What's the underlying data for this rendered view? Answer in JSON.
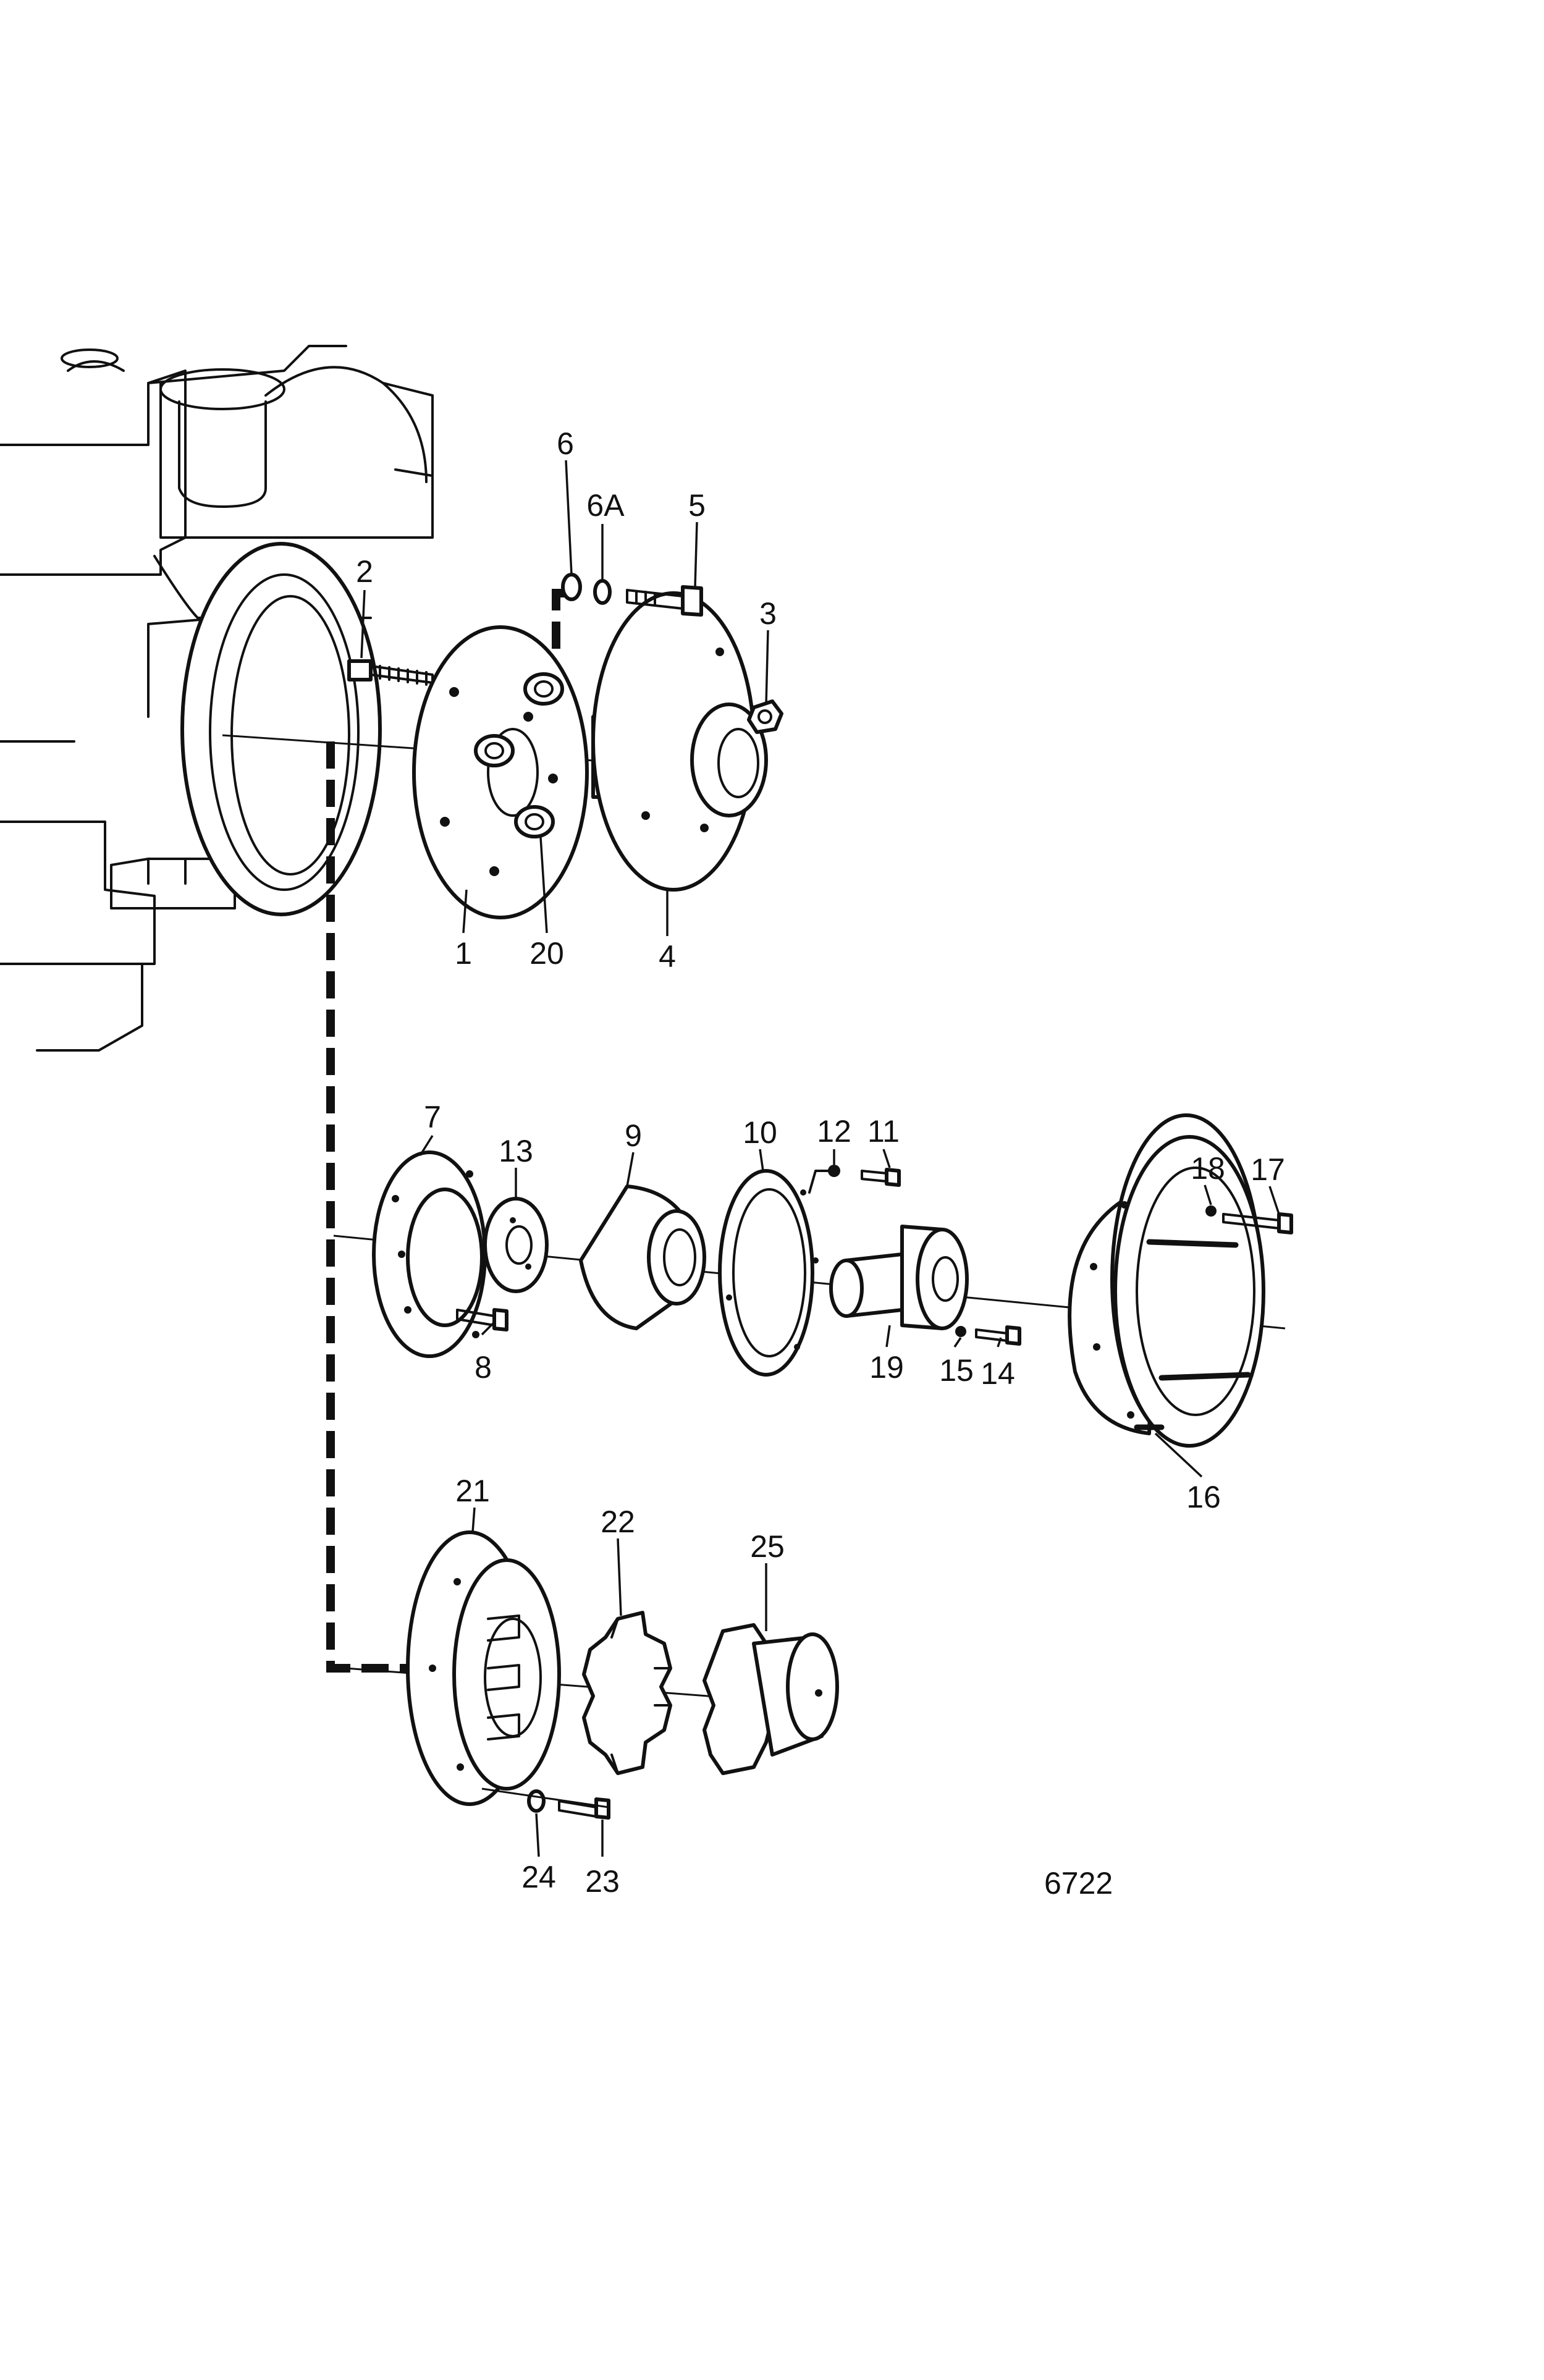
{
  "labels": {
    "p1": "1",
    "p2": "2",
    "p3": "3",
    "p4": "4",
    "p5": "5",
    "p6": "6",
    "p6a": "6A",
    "p7": "7",
    "p8": "8",
    "p9": "9",
    "p10": "10",
    "p11": "11",
    "p12": "12",
    "p13": "13",
    "p14": "14",
    "p15": "15",
    "p16": "16",
    "p17": "17",
    "p18": "18",
    "p19": "19",
    "p20": "20",
    "p21": "21",
    "p22": "22",
    "p23": "23",
    "p24": "24",
    "p25": "25"
  },
  "figure_number": "6722",
  "colors": {
    "ink": "#111111",
    "paper": "#ffffff"
  }
}
